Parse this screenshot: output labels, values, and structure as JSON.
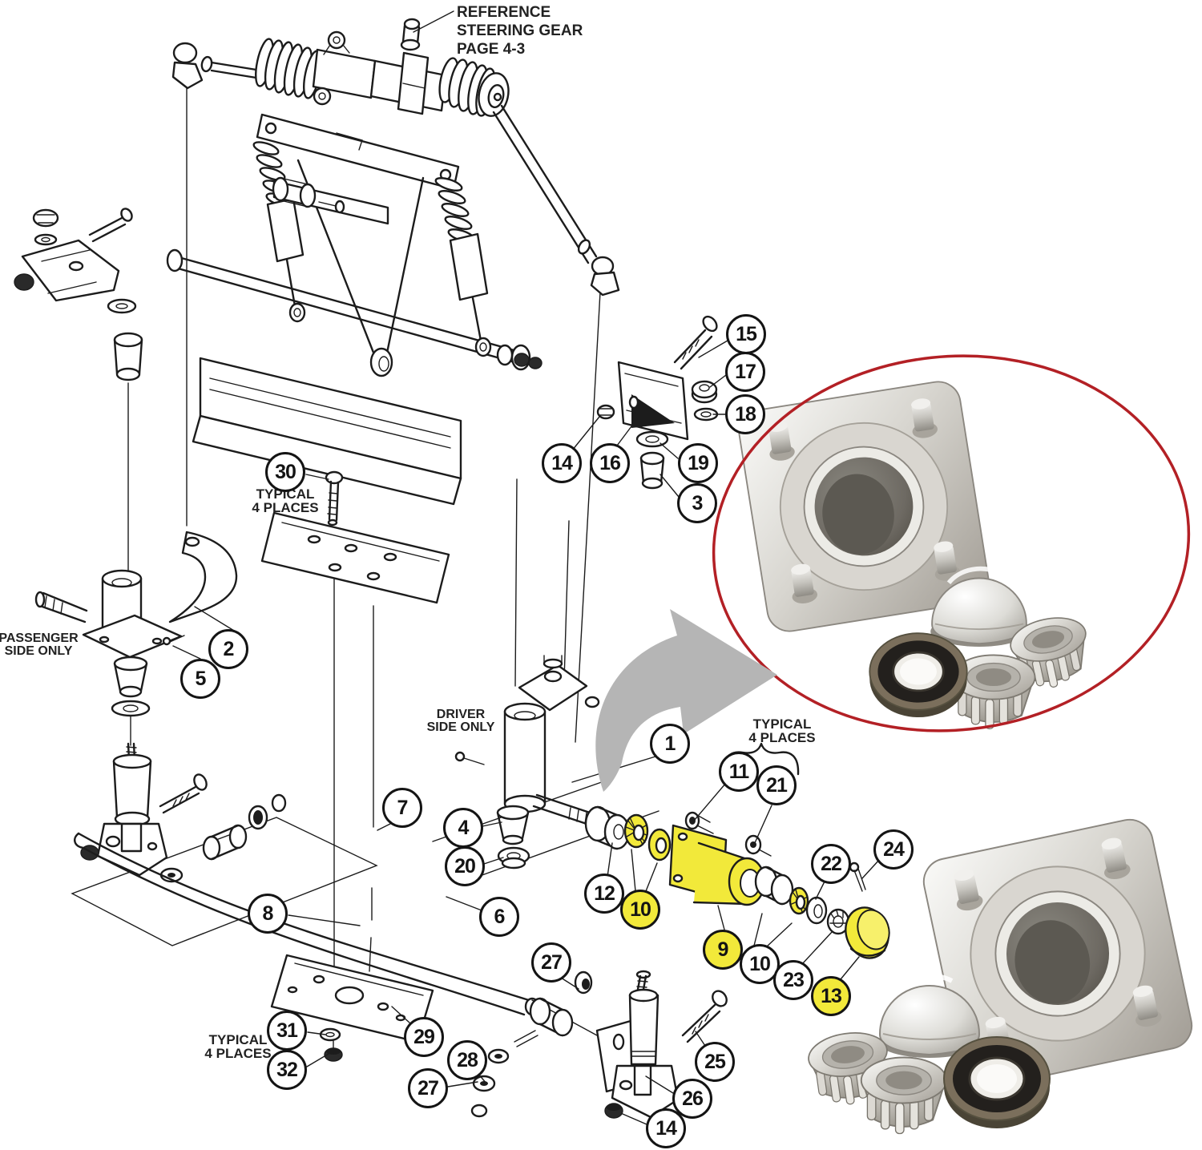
{
  "figure": {
    "kind": "exploded-parts-diagram-with-product-photos"
  },
  "labels": {
    "reference_note": "REFERENCE\nSTEERING GEAR\nPAGE 4-3",
    "passenger_side": "PASSENGER\nSIDE ONLY",
    "driver_side": "DRIVER\nSIDE ONLY",
    "typical_4_places_upper": "TYPICAL\n4 PLACES",
    "typical_4_places_right": "TYPICAL\n4 PLACES",
    "typical_4_places_lower": "TYPICAL\n4 PLACES"
  },
  "colors": {
    "highlight_yellow": "#f2e93a",
    "red_circle": "#b32025",
    "arrow_gray": "#b5b5b5",
    "line_black": "#1c1c1c"
  },
  "callouts": [
    {
      "label": "15",
      "highlight": false
    },
    {
      "label": "17",
      "highlight": false
    },
    {
      "label": "18",
      "highlight": false
    },
    {
      "label": "14",
      "highlight": false
    },
    {
      "label": "16",
      "highlight": false
    },
    {
      "label": "19",
      "highlight": false
    },
    {
      "label": "3",
      "highlight": false
    },
    {
      "label": "30",
      "highlight": false
    },
    {
      "label": "2",
      "highlight": false
    },
    {
      "label": "5",
      "highlight": false
    },
    {
      "label": "1",
      "highlight": false
    },
    {
      "label": "11",
      "highlight": false
    },
    {
      "label": "21",
      "highlight": false
    },
    {
      "label": "7",
      "highlight": false
    },
    {
      "label": "4",
      "highlight": false
    },
    {
      "label": "24",
      "highlight": false
    },
    {
      "label": "22",
      "highlight": false
    },
    {
      "label": "20",
      "highlight": false
    },
    {
      "label": "12",
      "highlight": false
    },
    {
      "label": "10",
      "highlight": true
    },
    {
      "label": "8",
      "highlight": false
    },
    {
      "label": "6",
      "highlight": false
    },
    {
      "label": "9",
      "highlight": true
    },
    {
      "label": "27",
      "highlight": false
    },
    {
      "label": "10",
      "highlight": false
    },
    {
      "label": "23",
      "highlight": false
    },
    {
      "label": "13",
      "highlight": true
    },
    {
      "label": "31",
      "highlight": false
    },
    {
      "label": "29",
      "highlight": false
    },
    {
      "label": "28",
      "highlight": false
    },
    {
      "label": "25",
      "highlight": false
    },
    {
      "label": "32",
      "highlight": false
    },
    {
      "label": "27",
      "highlight": false
    },
    {
      "label": "26",
      "highlight": false
    },
    {
      "label": "14",
      "highlight": false
    }
  ]
}
